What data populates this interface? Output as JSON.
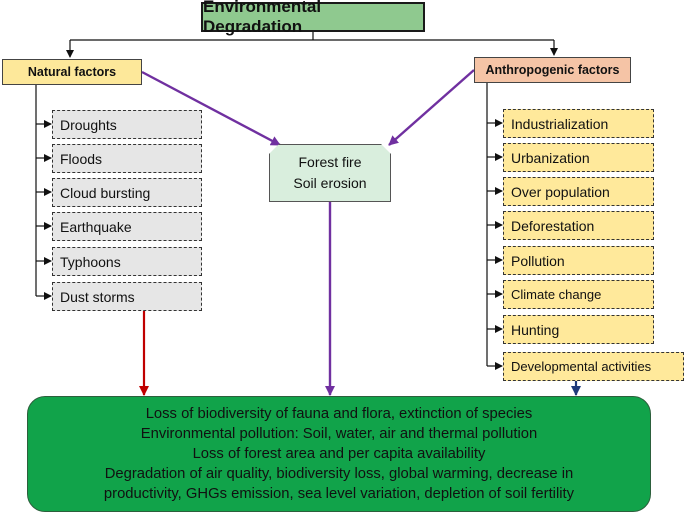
{
  "title": "Environmental Degradation",
  "natural": {
    "header": "Natural factors",
    "items": [
      "Droughts",
      "Floods",
      "Cloud bursting",
      "Earthquake",
      "Typhoons",
      "Dust storms"
    ]
  },
  "anthropogenic": {
    "header": "Anthropogenic factors",
    "items": [
      "Industrialization",
      "Urbanization",
      "Over population",
      "Deforestation",
      "Pollution",
      "Climate change",
      "Hunting",
      "Developmental activities"
    ]
  },
  "common": {
    "lines": [
      "Forest fire",
      "Soil erosion"
    ]
  },
  "effects": {
    "lines": [
      "Loss of biodiversity of fauna and flora, extinction of species",
      "Environmental pollution: Soil, water, air and thermal pollution",
      "Loss of forest area and per capita availability",
      "Degradation of air quality, biodiversity loss, global warming, decrease in",
      "productivity, GHGs emission, sea level variation, depletion of soil fertility"
    ]
  },
  "colors": {
    "title_fill": "#8fc98f",
    "natural_header_fill": "#fde89a",
    "anthropogenic_header_fill": "#f5c4a6",
    "natural_item_fill": "#e6e6e6",
    "anthropogenic_item_fill": "#ffe99b",
    "common_fill": "#d9eedd",
    "effects_fill": "#11a34a",
    "purple_arrow": "#7030a0",
    "red_arrow": "#c00000",
    "blue_arrow": "#1f3a7a"
  }
}
